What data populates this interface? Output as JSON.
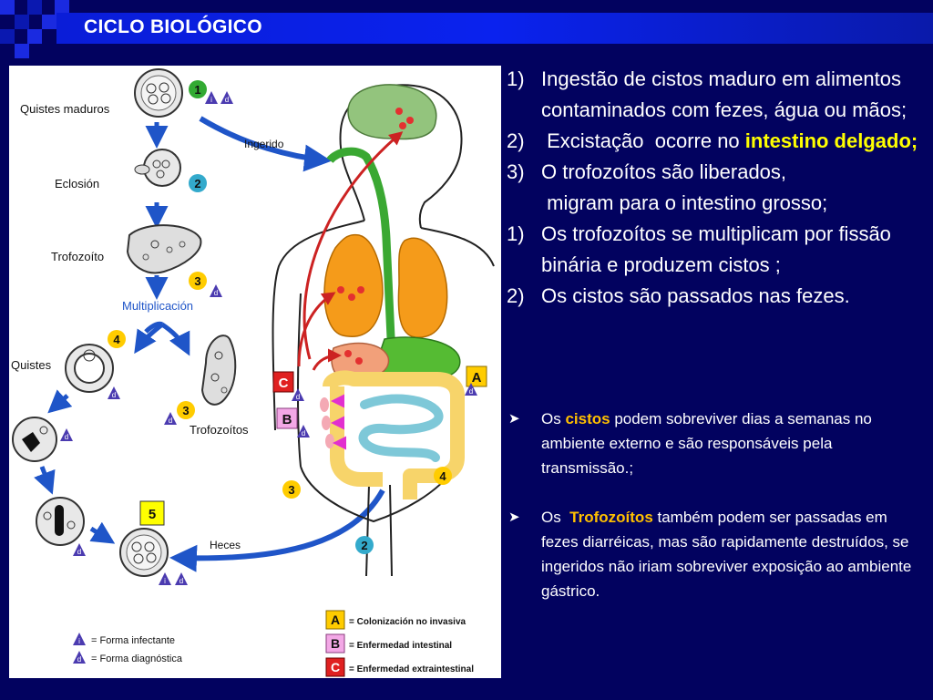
{
  "header": {
    "title": "CICLO BIOLÓGICO"
  },
  "figure": {
    "labels": {
      "quistes_maduros": "Quistes maduros",
      "eclosion": "Eclosión",
      "trofozoito": "Trofozoíto",
      "multiplicacion": "Multiplicación",
      "quistes": "Quistes",
      "trofozoitos": "Trofozoítos",
      "ingerido": "Ingerido",
      "heces": "Heces"
    },
    "numbers": {
      "n1": "1",
      "n2": "2",
      "n3": "3",
      "n4": "4",
      "n5": "5"
    },
    "letters": {
      "a": "A",
      "b": "B",
      "c": "C",
      "i": "i",
      "d": "d"
    },
    "legend": {
      "infectante": "= Forma infectante",
      "diagnostica": "= Forma diagnóstica",
      "a": "= Colonización no invasiva",
      "b": "= Enfermedad intestinal",
      "c": "= Enfermedad extraintestinal"
    },
    "colors": {
      "badge_green": "#33aa33",
      "badge_teal": "#33aacc",
      "badge_yellow": "#ffcc00",
      "badge_purple": "#4b3bb0",
      "arrow_blue": "#1f55c8",
      "arrow_red": "#cc2222",
      "lung": "#f59b1a",
      "brain": "#93c47d",
      "intestine_yellow": "#f7d46a",
      "intestine_blue": "#7ec8d8",
      "esophagus": "#3aa832"
    }
  },
  "steps": [
    {
      "num": "1)",
      "parts": [
        "Ingestão de cistos maduro em alimentos contaminados com fezes, água ou mãos;"
      ]
    },
    {
      "num": "2)",
      "pre": " Excistação  ocorre no ",
      "highlight": "intestino delgado;"
    },
    {
      "num": "3)",
      "parts": [
        "O trofozoítos são  liberados,",
        " migram para o intestino grosso;"
      ]
    },
    {
      "num": "1)",
      "parts": [
        "Os trofozoítos se multiplicam por fissão binária e produzem cistos ;"
      ]
    },
    {
      "num": "2)",
      "parts": [
        "Os cistos são passados nas fezes."
      ]
    }
  ],
  "notes": [
    {
      "pre": "Os ",
      "highlight": "cistos",
      "post": " podem sobreviver dias a semanas no  ambiente externo e são responsáveis pela transmissão.;"
    },
    {
      "pre": "Os  ",
      "highlight": "Trofozoítos",
      "post": " também podem ser passadas em fezes diarréicas, mas são rapidamente destruídos,  se ingeridos não iriam sobreviver exposição ao ambiente gástrico."
    }
  ]
}
